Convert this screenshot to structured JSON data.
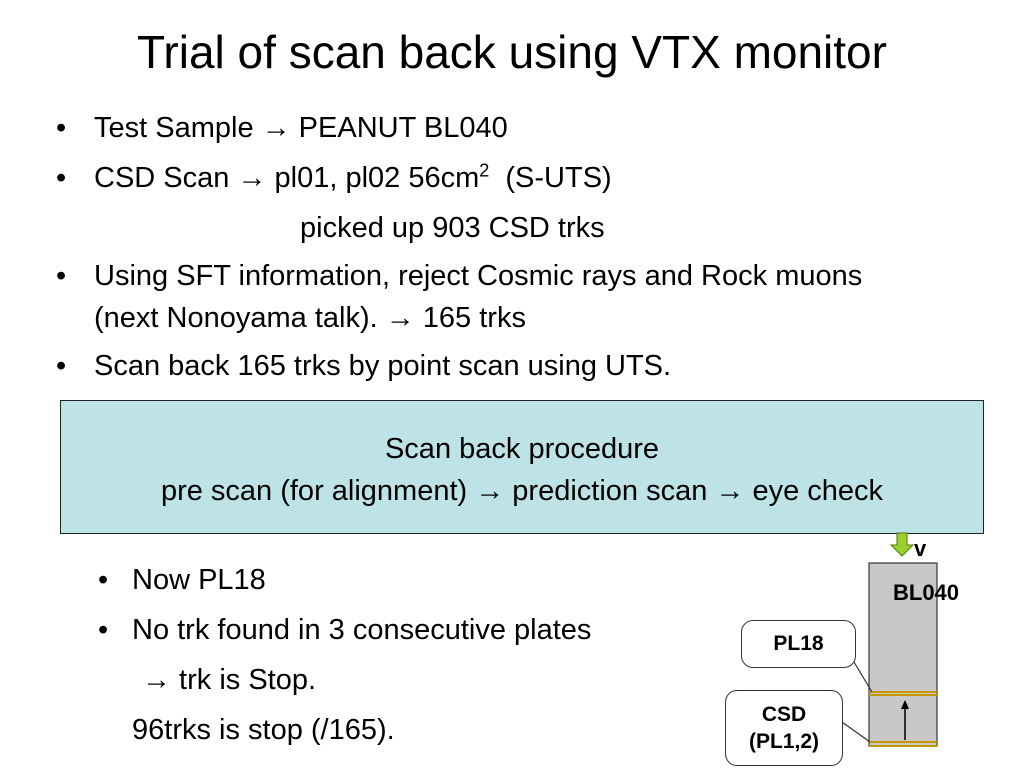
{
  "title": "Trial of scan back using VTX monitor",
  "bullets_top": [
    {
      "lines": [
        "Test Sample →  PEANUT BL040"
      ]
    },
    {
      "lines": [
        "CSD Scan → pl01, pl02 56cm"
      ],
      "sup": "2",
      "after_sup": "  (S-UTS)",
      "extra_line": "picked up 903 CSD trks"
    },
    {
      "lines": [
        "Using SFT information, reject Cosmic rays and Rock muons",
        "(next Nonoyama talk). → 165 trks"
      ]
    },
    {
      "lines": [
        "Scan back 165 trks by point scan using UTS."
      ]
    }
  ],
  "procedure_box": {
    "line1": "Scan back procedure",
    "line2": "pre scan (for alignment) → prediction scan → eye check"
  },
  "bullets_bottom": [
    {
      "text": "Now PL18"
    },
    {
      "text": "No trk found in 3 consecutive plates"
    }
  ],
  "bottom_lines": [
    "→ trk is Stop.",
    "96trks is stop (/165)."
  ],
  "bullet_char": "•",
  "diagram": {
    "nu_label": "v",
    "stack_label": "BL040",
    "callout_pl18": "PL18",
    "callout_csd_1": "CSD",
    "callout_csd_2": "(PL1,2)",
    "colors": {
      "stack": "#c8c8c8",
      "arrow_fill": "#9bd12c",
      "plate_line": "#c89600",
      "box_fill": "#bde3e6"
    }
  }
}
